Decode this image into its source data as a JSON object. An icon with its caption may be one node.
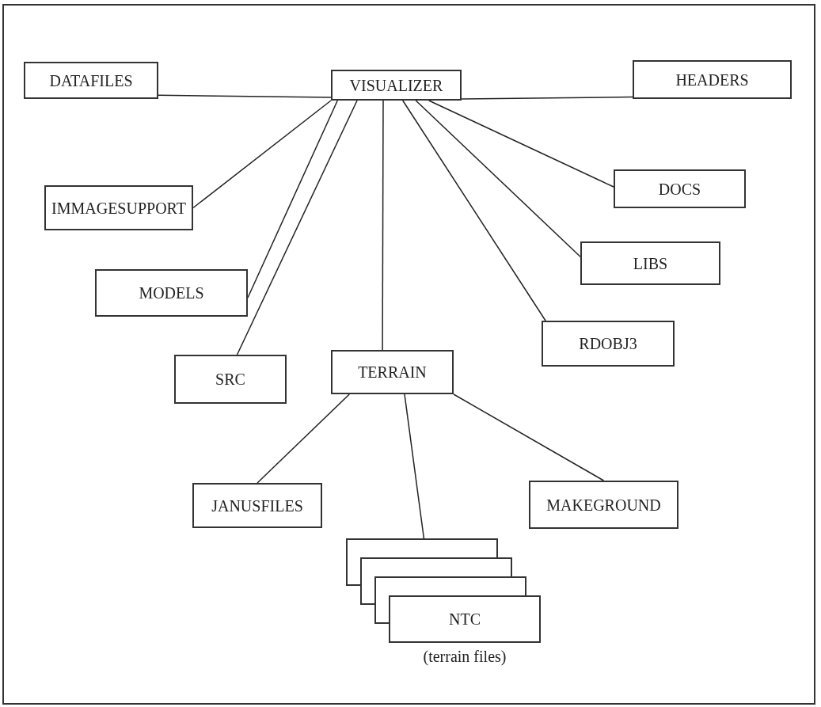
{
  "diagram": {
    "nodes": [
      {
        "text": [
          "VISUALIZER"
        ]
      },
      {
        "text": [
          "DATAFILES"
        ]
      },
      {
        "text": [
          "HEADERS"
        ]
      },
      {
        "text": [
          "IMMAGESUPPORT"
        ]
      },
      {
        "text": [
          "DOCS"
        ]
      },
      {
        "text": [
          "MODELS"
        ]
      },
      {
        "text": [
          "LIBS"
        ]
      },
      {
        "text": [
          "SRC"
        ]
      },
      {
        "text": [
          "TERRAIN"
        ]
      },
      {
        "text": [
          "RDOBJ3"
        ]
      },
      {
        "text": [
          "JANUSFILES"
        ]
      },
      {
        "text": [
          "MAKEGROUND"
        ]
      },
      {
        "text": [
          "NTC"
        ],
        "beside": [
          "(terrain files)"
        ]
      }
    ],
    "edges": [
      {
        "from": 0,
        "to": 1,
        "arrow": "none"
      },
      {
        "from": 0,
        "to": 2,
        "arrow": "none"
      },
      {
        "from": 0,
        "to": 3,
        "arrow": "none"
      },
      {
        "from": 0,
        "to": 5,
        "arrow": "none"
      },
      {
        "from": 0,
        "to": 7,
        "arrow": "none"
      },
      {
        "from": 0,
        "to": 8,
        "arrow": "none"
      },
      {
        "from": 0,
        "to": 9,
        "arrow": "none"
      },
      {
        "from": 0,
        "to": 6,
        "arrow": "none"
      },
      {
        "from": 0,
        "to": 4,
        "arrow": "none"
      },
      {
        "from": 8,
        "to": 10,
        "arrow": "none"
      },
      {
        "from": 8,
        "to": 12,
        "arrow": "none"
      },
      {
        "from": 8,
        "to": 11,
        "arrow": "none"
      }
    ]
  }
}
